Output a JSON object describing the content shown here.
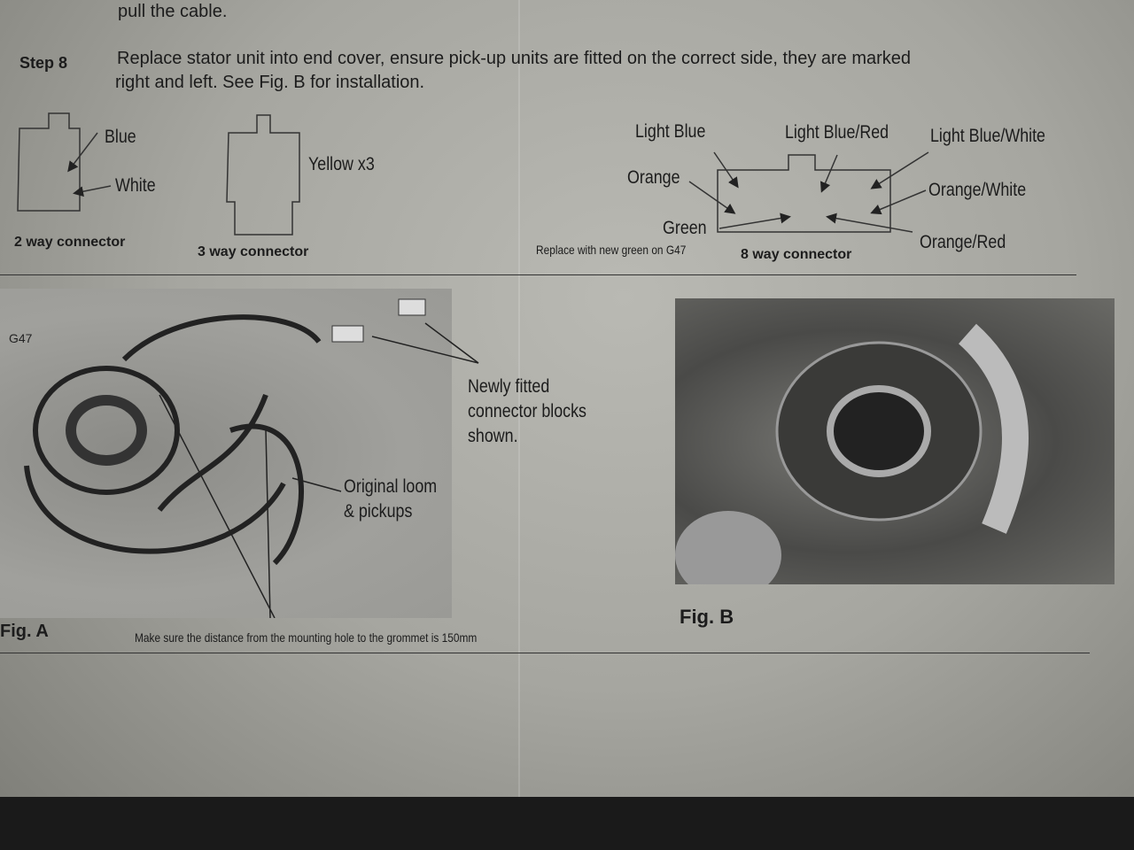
{
  "step7_tail": "pull the cable.",
  "step8": {
    "label": "Step 8",
    "line1": "Replace stator unit into end cover, ensure pick-up units are fitted on the correct side, they are marked",
    "line2": "right and left. See Fig. B for installation."
  },
  "connectors": {
    "two_way": {
      "title": "2 way connector",
      "wires": [
        "Blue",
        "White"
      ]
    },
    "three_way": {
      "title": "3 way connector",
      "wires": [
        "Yellow x3"
      ]
    },
    "eight_way": {
      "title": "8 way connector",
      "wires": [
        "Light Blue",
        "Light Blue/Red",
        "Light Blue/White",
        "Orange",
        "Orange/White",
        "Green",
        "Orange/Red"
      ],
      "note": "Replace with new green on G47"
    }
  },
  "fig_a": {
    "caption": "Fig. A",
    "labels": [
      "G47",
      "Newly fitted",
      "connector blocks",
      "shown.",
      "Original loom",
      "& pickups"
    ],
    "note": "Make sure the distance from the mounting hole to the grommet is 150mm"
  },
  "fig_b": {
    "caption": "Fig. B"
  }
}
